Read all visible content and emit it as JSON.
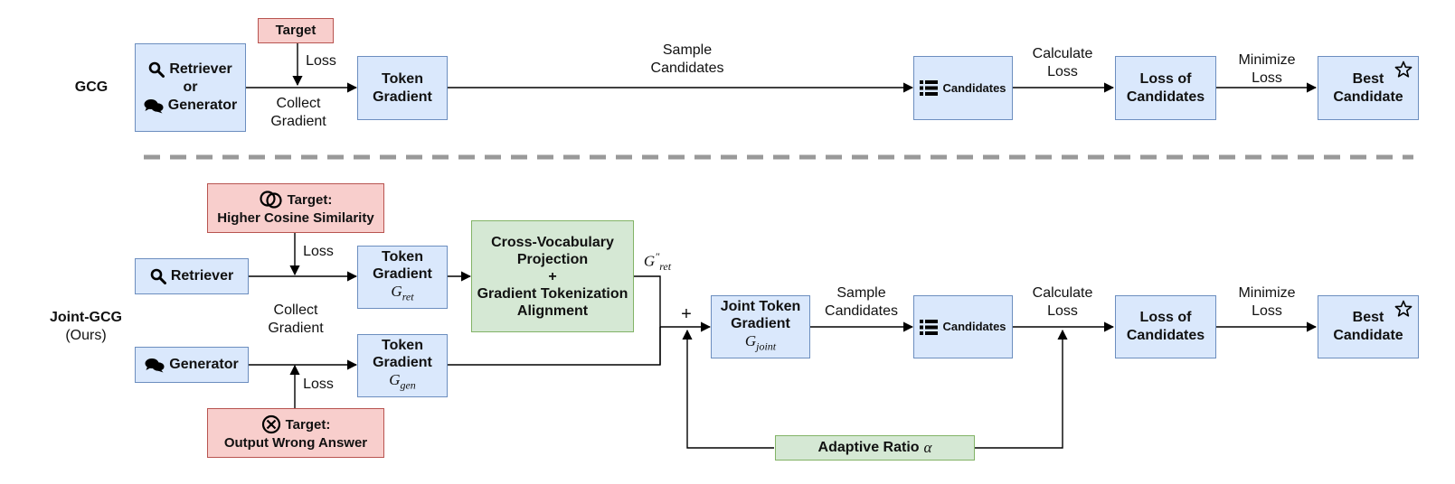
{
  "gcg": {
    "row_label": "GCG",
    "target": "Target",
    "loss": "Loss",
    "source": {
      "line1": "Retriever",
      "line2": "or",
      "line3": "Generator"
    },
    "collect_gradient": [
      "Collect",
      "Gradient"
    ],
    "token_gradient": [
      "Token",
      "Gradient"
    ],
    "sample_candidates": [
      "Sample",
      "Candidates"
    ],
    "candidates": "Candidates",
    "calculate_loss": [
      "Calculate",
      "Loss"
    ],
    "loss_of_candidates": [
      "Loss of",
      "Candidates"
    ],
    "minimize_loss": [
      "Minimize",
      "Loss"
    ],
    "best_candidate": [
      "Best",
      "Candidate"
    ]
  },
  "joint": {
    "row_label": [
      "Joint-GCG",
      "(Ours)"
    ],
    "target_ret": [
      "Target:",
      "Higher Cosine Similarity"
    ],
    "target_gen": [
      "Target:",
      "Output Wrong Answer"
    ],
    "loss_top": "Loss",
    "loss_bottom": "Loss",
    "retriever": "Retriever",
    "generator": "Generator",
    "collect_gradient": [
      "Collect",
      "Gradient"
    ],
    "token_gradient_ret": [
      "Token",
      "Gradient",
      "G",
      "ret"
    ],
    "token_gradient_gen": [
      "Token",
      "Gradient",
      "G",
      "gen"
    ],
    "projection": [
      "Cross-Vocabulary",
      "Projection",
      "+",
      "Gradient Tokenization",
      "Alignment"
    ],
    "g_ret_proj": [
      "G",
      "″",
      "ret"
    ],
    "plus": "+",
    "joint_token_gradient": [
      "Joint Token",
      "Gradient",
      "G",
      "joint"
    ],
    "sample_candidates": [
      "Sample",
      "Candidates"
    ],
    "candidates": "Candidates",
    "calculate_loss": [
      "Calculate",
      "Loss"
    ],
    "loss_of_candidates": [
      "Loss of",
      "Candidates"
    ],
    "minimize_loss": [
      "Minimize",
      "Loss"
    ],
    "best_candidate": [
      "Best",
      "Candidate"
    ],
    "adaptive_ratio": [
      "Adaptive Ratio",
      "α"
    ]
  },
  "colors": {
    "blue_fill": "#dae8fc",
    "blue_border": "#6c8ebf",
    "red_fill": "#f8cecc",
    "red_border": "#b85450",
    "green_fill": "#d5e8d4",
    "green_border": "#82b366",
    "separator": "#999999"
  },
  "icons": [
    "search-icon",
    "chat-icon",
    "list-icon",
    "star-icon",
    "circles-icon",
    "cross-circle-icon"
  ]
}
